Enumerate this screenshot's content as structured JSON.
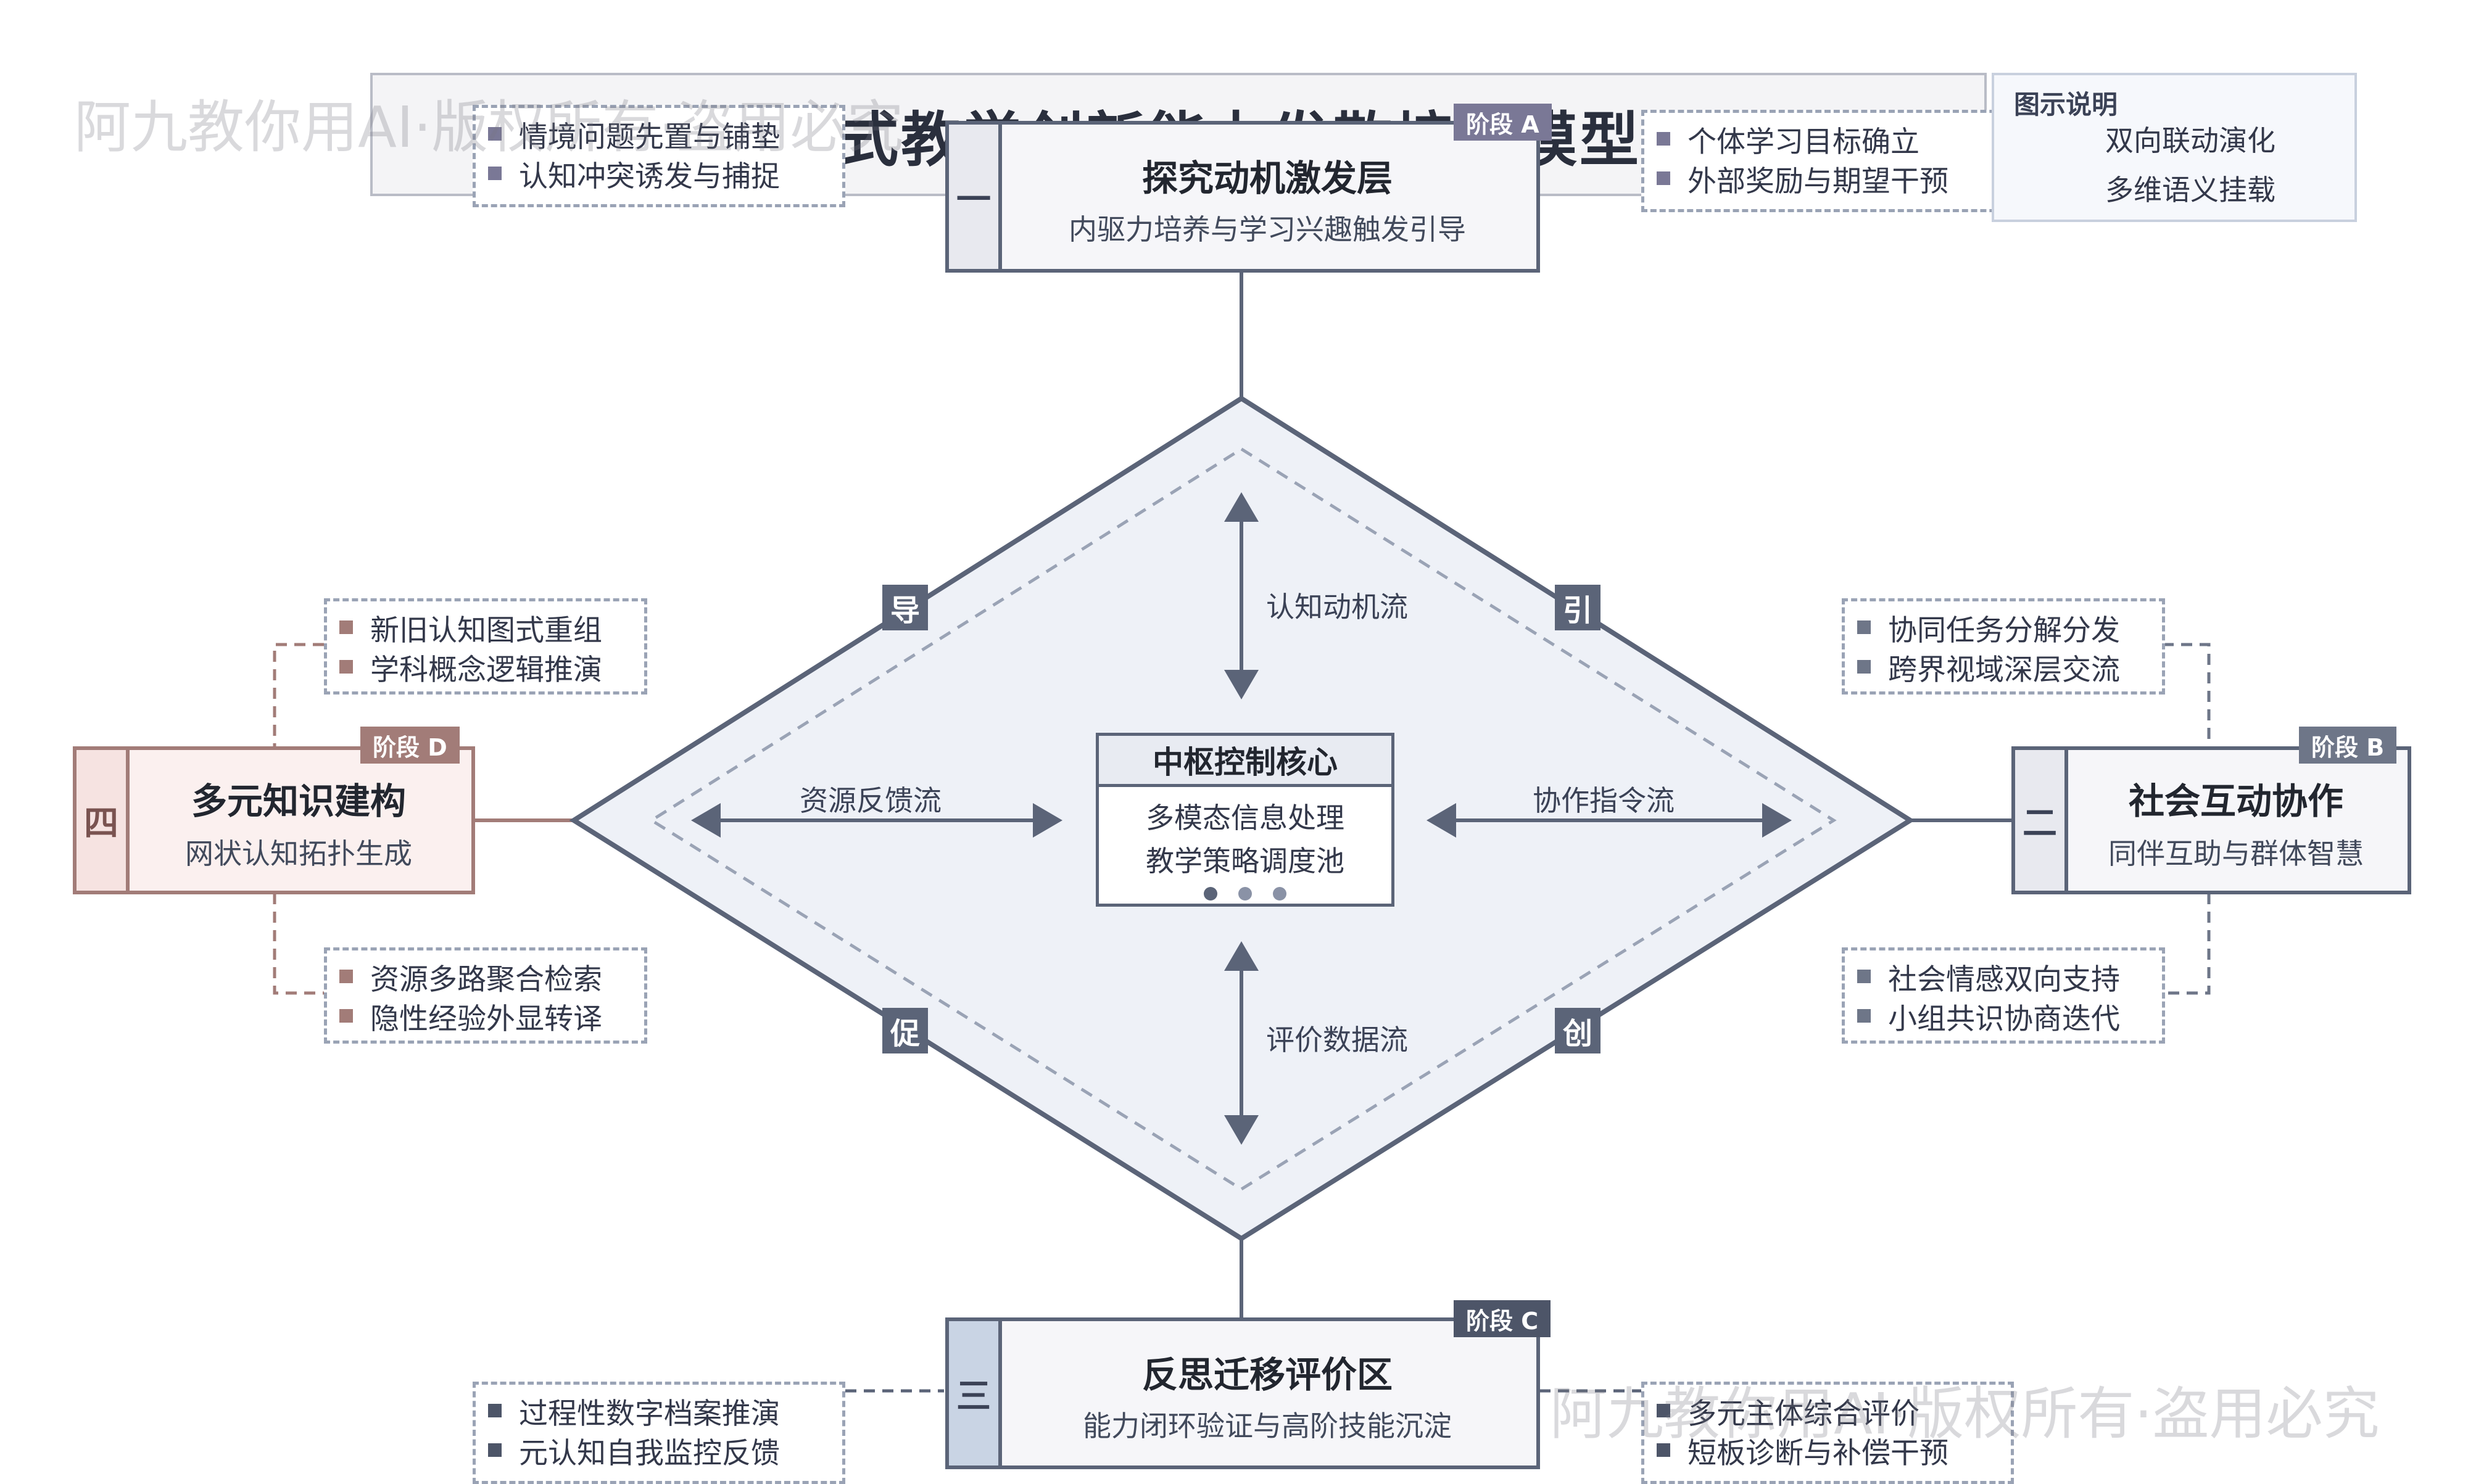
{
  "title": "混合式教学创新能力发散培养模型",
  "colors": {
    "slate": "#5b6478",
    "stage_a": "#7a7896",
    "stage_b": "#6e7688",
    "stage_c": "#4d5568",
    "stage_d": "#a27c78",
    "stage_d_fill": "#fbf0ef",
    "stage_c_num": "#c9d4e4",
    "diamond_fill": "#eef1f7"
  },
  "stages": {
    "top": {
      "num": "一",
      "badge": "阶段 A",
      "title": "探究动机激发层",
      "subtitle": "内驱力培养与学习兴趣触发引导",
      "left_items": [
        "情境问题先置与铺垫",
        "认知冲突诱发与捕捉"
      ],
      "right_items": [
        "个体学习目标确立",
        "外部奖励与期望干预"
      ]
    },
    "right": {
      "num": "二",
      "badge": "阶段 B",
      "title": "社会互动协作",
      "subtitle": "同伴互助与群体智慧",
      "top_items": [
        "协同任务分解分发",
        "跨界视域深层交流"
      ],
      "bottom_items": [
        "社会情感双向支持",
        "小组共识协商迭代"
      ]
    },
    "bottom": {
      "num": "三",
      "badge": "阶段 C",
      "title": "反思迁移评价区",
      "subtitle": "能力闭环验证与高阶技能沉淀",
      "left_items": [
        "过程性数字档案推演",
        "元认知自我监控反馈"
      ],
      "right_items": [
        "多元主体综合评价",
        "短板诊断与补偿干预"
      ]
    },
    "left": {
      "num": "四",
      "badge": "阶段 D",
      "title": "多元知识建构",
      "subtitle": "网状认知拓扑生成",
      "top_items": [
        "新旧认知图式重组",
        "学科概念逻辑推演"
      ],
      "bottom_items": [
        "资源多路聚合检索",
        "隐性经验外显转译"
      ]
    }
  },
  "hub": {
    "title": "中枢控制核心",
    "lines": [
      "多模态信息处理",
      "教学策略调度池"
    ]
  },
  "flows": {
    "top": "认知动机流",
    "left": "资源反馈流",
    "right": "协作指令流",
    "bottom": "评价数据流"
  },
  "corners": {
    "nw": "导",
    "ne": "引",
    "sw": "促",
    "se": "创"
  },
  "legend": {
    "title": "图示说明",
    "solid": "双向联动演化",
    "dashed": "多维语义挂载"
  },
  "watermark": "阿九教你用AI·版权所有·盗用必究"
}
